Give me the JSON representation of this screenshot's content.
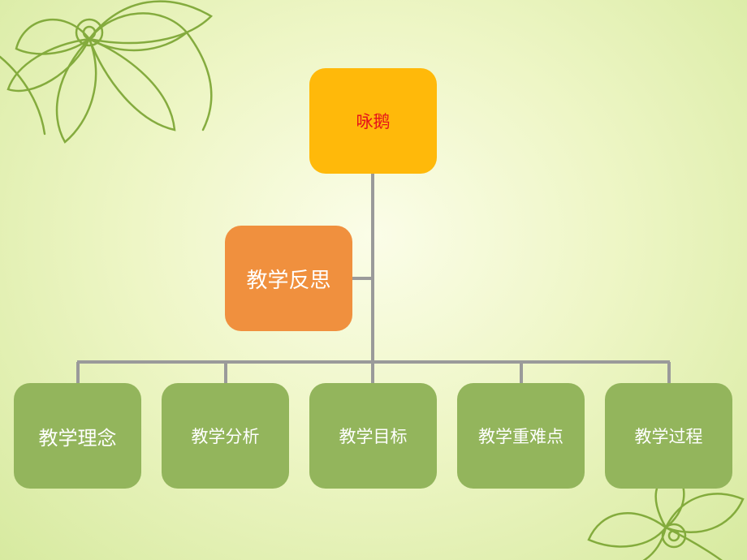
{
  "colors": {
    "root_fill": "#ffb90a",
    "root_text": "#e5121b",
    "reflect_fill": "#f0903e",
    "reflect_text": "#ffffff",
    "child_fill": "#93b55c",
    "child_text": "#ffffff",
    "connector": "#9a9a9a",
    "flower_stroke": "#7aa431"
  },
  "diagram": {
    "root": {
      "label": "咏鹅"
    },
    "side": {
      "label": "教学反思"
    },
    "children": [
      {
        "label": "教学理念"
      },
      {
        "label": "教学分析"
      },
      {
        "label": "教学目标"
      },
      {
        "label": "教学重难点"
      },
      {
        "label": "教学过程"
      }
    ]
  }
}
